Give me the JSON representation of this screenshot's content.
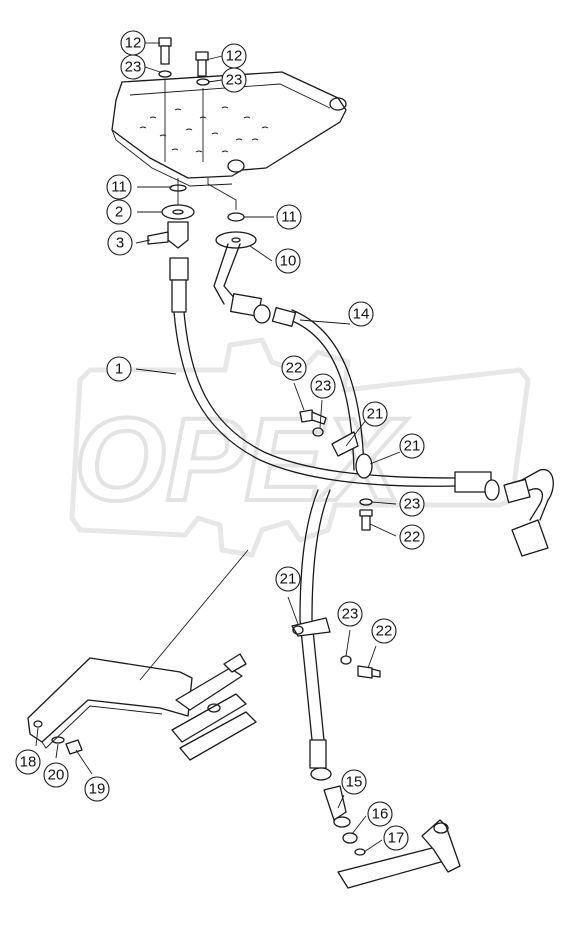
{
  "watermark": {
    "text": "OPEX"
  },
  "callouts": [
    {
      "id": "c-12a",
      "label": "12"
    },
    {
      "id": "c-23a",
      "label": "23"
    },
    {
      "id": "c-12b",
      "label": "12"
    },
    {
      "id": "c-23b",
      "label": "23"
    },
    {
      "id": "c-11a",
      "label": "11"
    },
    {
      "id": "c-2",
      "label": "2"
    },
    {
      "id": "c-11b",
      "label": "11"
    },
    {
      "id": "c-3",
      "label": "3"
    },
    {
      "id": "c-10",
      "label": "10"
    },
    {
      "id": "c-14",
      "label": "14"
    },
    {
      "id": "c-1",
      "label": "1"
    },
    {
      "id": "c-22a",
      "label": "22"
    },
    {
      "id": "c-23c",
      "label": "23"
    },
    {
      "id": "c-21a",
      "label": "21"
    },
    {
      "id": "c-21b",
      "label": "21"
    },
    {
      "id": "c-23d",
      "label": "23"
    },
    {
      "id": "c-22b",
      "label": "22"
    },
    {
      "id": "c-21c",
      "label": "21"
    },
    {
      "id": "c-23e",
      "label": "23"
    },
    {
      "id": "c-22c",
      "label": "22"
    },
    {
      "id": "c-18",
      "label": "18"
    },
    {
      "id": "c-20",
      "label": "20"
    },
    {
      "id": "c-19",
      "label": "19"
    },
    {
      "id": "c-15",
      "label": "15"
    },
    {
      "id": "c-16",
      "label": "16"
    },
    {
      "id": "c-17",
      "label": "17"
    }
  ]
}
